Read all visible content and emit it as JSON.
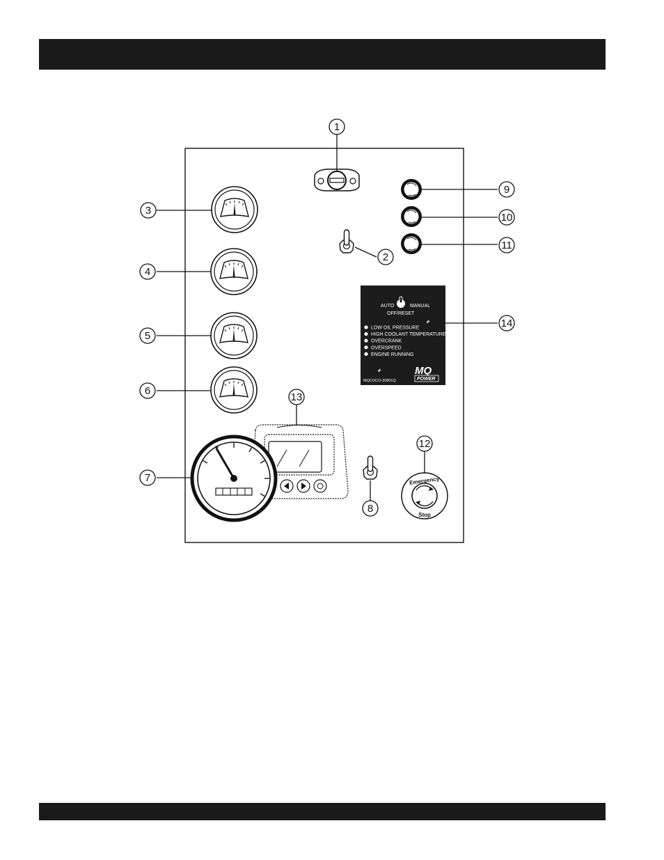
{
  "callouts": [
    "1",
    "2",
    "3",
    "4",
    "5",
    "6",
    "7",
    "8",
    "9",
    "10",
    "11",
    "12",
    "13",
    "14"
  ],
  "control_panel": {
    "switch_auto": "AUTO",
    "switch_manual": "MANUAL",
    "switch_off": "OFF/RESET",
    "indicators": [
      "LOW OIL PRESSURE",
      "HIGH COOLANT TEMPERATURE",
      "OVERCRANK",
      "OVERSPEED",
      "ENGINE RUNNING"
    ],
    "part_number": "MQCOCO-20801Q",
    "logo_main": "MQ",
    "logo_sub": "POWER"
  },
  "emergency_stop": {
    "top": "Emergency",
    "bottom": "Stop"
  },
  "colors": {
    "ink": "#111111",
    "bar": "#1a1a1a",
    "panel": "#1c1c1c"
  }
}
